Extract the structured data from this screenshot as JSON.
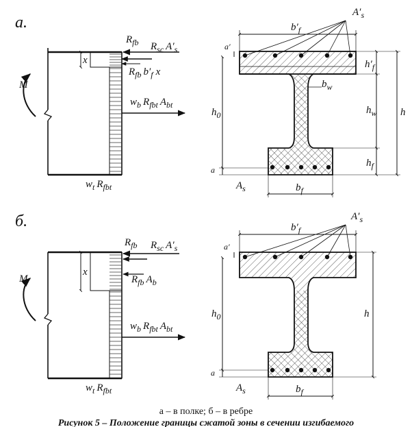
{
  "panels": {
    "a": {
      "letter": "а.",
      "moment": "M",
      "x": "x",
      "R_fb": "R",
      "R_fb_sub": "fb",
      "R_sc": "R",
      "R_sc_sub": "sc",
      "As_prime": "A′",
      "As_prime_sub": "s",
      "flange_force": "R",
      "flange_force_sub": "fb",
      "flange_force_b": "b′",
      "flange_force_b_sub": "f",
      "flange_force_x": "x",
      "fiber_force_w": "w",
      "fiber_force_w_sub": "b",
      "fiber_force_R": "R",
      "fiber_force_R_sub": "fbt",
      "fiber_force_A": "A",
      "fiber_force_A_sub": "bt",
      "bottom_w": "w",
      "bottom_w_sub": "t",
      "bottom_R": "R",
      "bottom_R_sub": "fbt",
      "sec_bf_prime": "b′",
      "sec_bf_prime_sub": "f",
      "sec_As_prime": "A′",
      "sec_As_prime_sub": "s",
      "sec_a_prime": "a′",
      "sec_hf_prime": "h′",
      "sec_hf_prime_sub": "f",
      "sec_bw": "b",
      "sec_bw_sub": "w",
      "sec_hw": "h",
      "sec_hw_sub": "w",
      "sec_h": "h",
      "sec_h0": "h",
      "sec_h0_sub": "0",
      "sec_hf": "h",
      "sec_hf_sub": "f",
      "sec_a": "a",
      "sec_As": "A",
      "sec_As_sub": "s",
      "sec_bf": "b",
      "sec_bf_sub": "f"
    },
    "b": {
      "letter": "б.",
      "moment": "M",
      "x": "x",
      "R_fb": "R",
      "R_fb_sub": "fb",
      "R_sc": "R",
      "R_sc_sub": "sc",
      "As_prime": "A′",
      "As_prime_sub": "s",
      "web_force": "R",
      "web_force_sub": "fb",
      "web_force_A": "A",
      "web_force_A_sub": "b",
      "fiber_force_w": "w",
      "fiber_force_w_sub": "b",
      "fiber_force_R": "R",
      "fiber_force_R_sub": "fbt",
      "fiber_force_A": "A",
      "fiber_force_A_sub": "bt",
      "bottom_w": "w",
      "bottom_w_sub": "t",
      "bottom_R": "R",
      "bottom_R_sub": "fbt",
      "sec_bf_prime": "b′",
      "sec_bf_prime_sub": "f",
      "sec_As_prime": "A′",
      "sec_As_prime_sub": "s",
      "sec_a_prime": "a′",
      "sec_h": "h",
      "sec_h0": "h",
      "sec_h0_sub": "0",
      "sec_a": "a",
      "sec_As": "A",
      "sec_As_sub": "s",
      "sec_bf": "b",
      "sec_bf_sub": "f"
    }
  },
  "caption": {
    "line1": "а – в полке; б – в ребре",
    "line2": "Рисунок 5 – Положение границы сжатой зоны в сечении изгибаемого"
  }
}
